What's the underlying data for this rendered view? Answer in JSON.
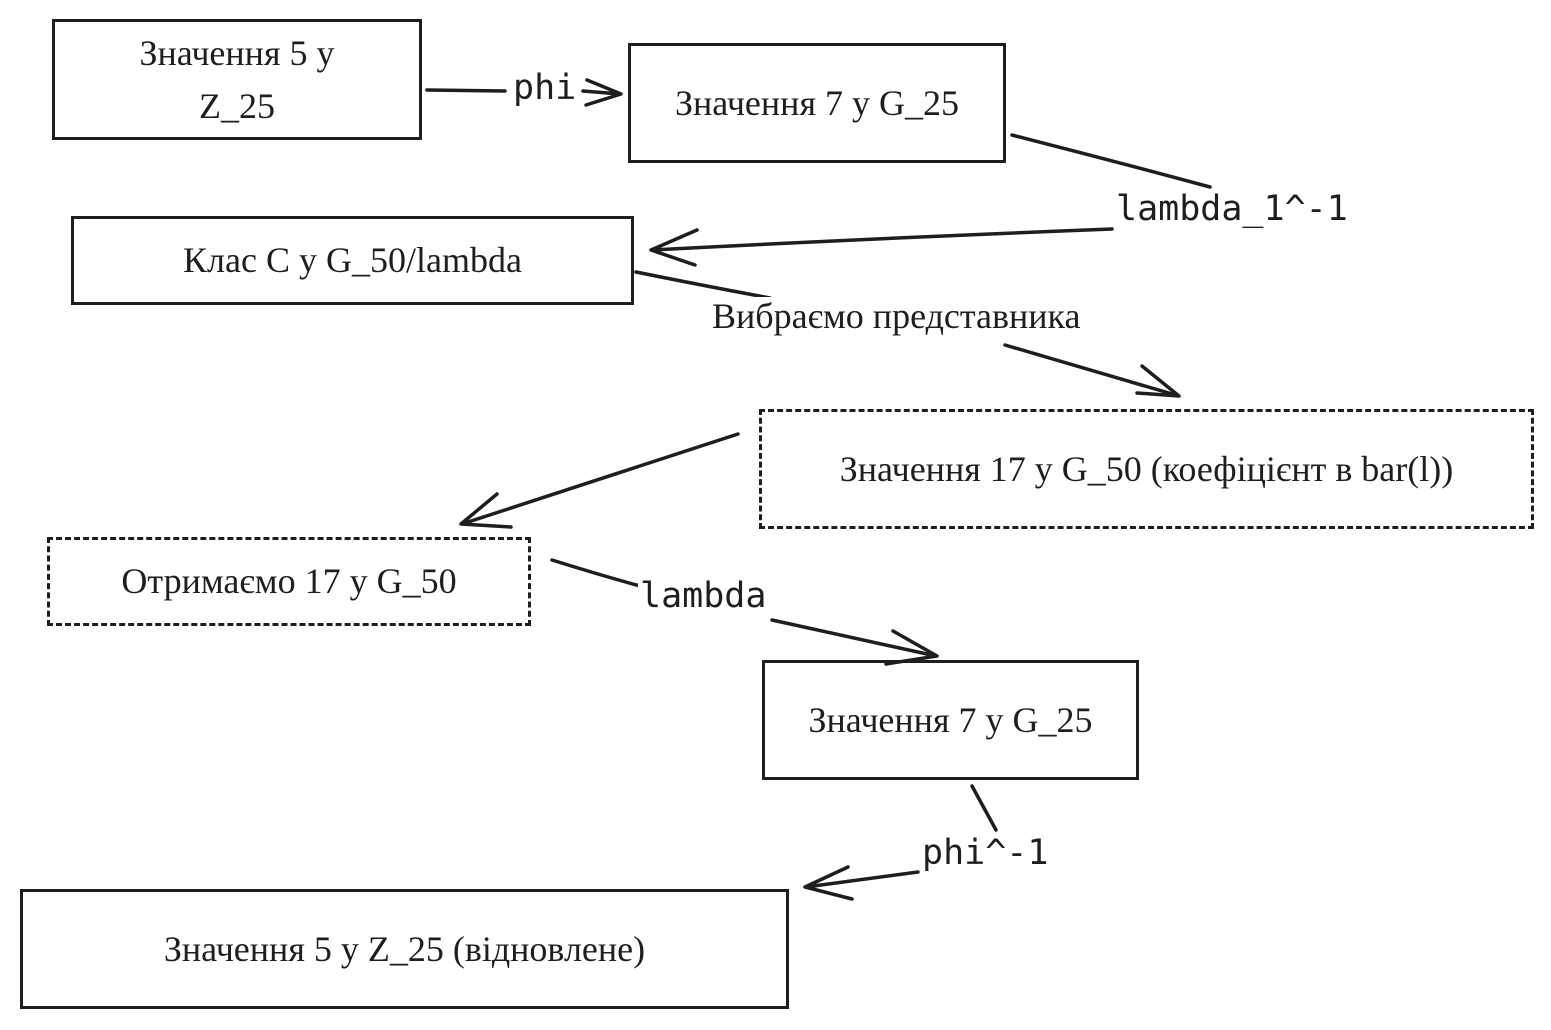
{
  "diagram": {
    "nodes": {
      "z25_value": "Значення 5 у Z_25",
      "g25_value_1": "Значення 7 у G_25",
      "class_c": "Клас C у G_50/lambda",
      "g50_coef": "Значення 17 у G_50 (коефіцієнт в bar(l))",
      "g50_result": "Отримаємо 17 у G_50",
      "g25_value_2": "Значення 7 у G_25",
      "z25_restored": "Значення 5 у Z_25 (відновлене)"
    },
    "edges": {
      "phi": "phi",
      "lambda_1_inv": "lambda_1^-1",
      "choose_rep": "Вибраємо представника",
      "lambda": "lambda",
      "phi_inv": "phi^-1"
    },
    "colors": {
      "stroke": "#1e1e1e",
      "background": "#ffffff"
    }
  }
}
